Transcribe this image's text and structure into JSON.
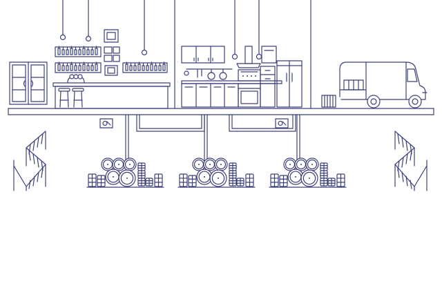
{
  "colors": {
    "ink": "#3a3f7a",
    "background": "#ffffff"
  },
  "scene": {
    "sections": [
      "taproom",
      "kitchen",
      "loading-bay",
      "cellar"
    ],
    "icons": [
      "pendant-light",
      "shelf-bottles",
      "picture-frame",
      "bar-counter",
      "bar-stool",
      "beer-tap",
      "double-door",
      "kitchen-cabinet",
      "range-hood",
      "stove",
      "oven",
      "refrigerator",
      "delivery-van",
      "crate-stack",
      "staircase",
      "pipe",
      "valve-box",
      "barrel",
      "keg"
    ]
  }
}
